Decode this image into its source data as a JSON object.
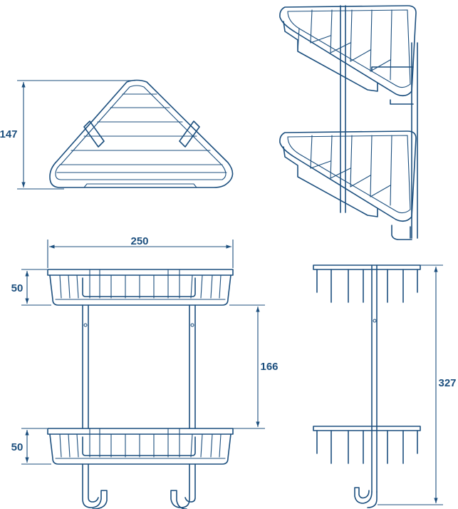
{
  "colors": {
    "stroke": "#1c4f7e",
    "background": "#ffffff"
  },
  "dimensions": {
    "depth": "147",
    "width": "250",
    "basket_height_top": "50",
    "shelf_spacing": "166",
    "basket_height_bottom": "50",
    "total_height": "327"
  }
}
